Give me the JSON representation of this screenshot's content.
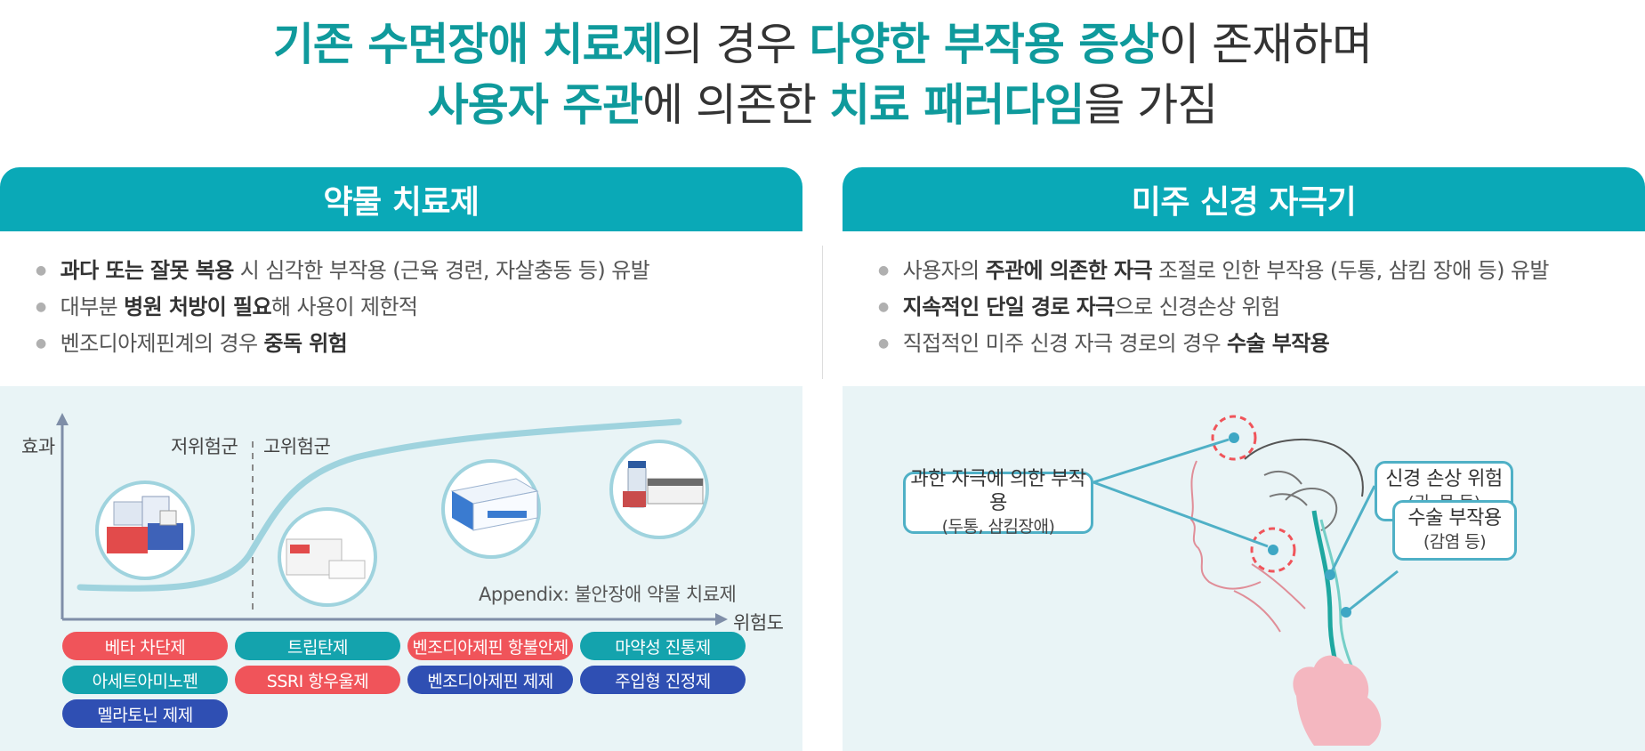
{
  "headline": {
    "line1": [
      {
        "text": "기존 수면장애 치료제",
        "hl": true
      },
      {
        "text": "의 경우 ",
        "hl": false
      },
      {
        "text": "다양한 부작용 증상",
        "hl": true
      },
      {
        "text": "이 존재하며",
        "hl": false
      }
    ],
    "line2": [
      {
        "text": "사용자 주관",
        "hl": true
      },
      {
        "text": "에 의존한 ",
        "hl": false
      },
      {
        "text": "치료 패러다임",
        "hl": true
      },
      {
        "text": "을 가짐",
        "hl": false
      }
    ]
  },
  "left_panel": {
    "title": "약물 치료제",
    "bullets": [
      [
        {
          "t": "과다 또는 잘못 복용",
          "b": true
        },
        {
          "t": " 시 심각한 부작용 (근육 경련, 자살충동 등) 유발",
          "b": false
        }
      ],
      [
        {
          "t": "대부분 ",
          "b": false
        },
        {
          "t": "병원 처방이 필요",
          "b": true
        },
        {
          "t": "해 사용이 제한적",
          "b": false
        }
      ],
      [
        {
          "t": "벤조디아제핀계의 경우 ",
          "b": false
        },
        {
          "t": "중독 위험",
          "b": true
        }
      ]
    ],
    "chart": {
      "y_label": "효과",
      "x_label": "위험도",
      "low_group": "저위험군",
      "high_group": "고위험군",
      "appendix": "Appendix: 불안장애 약물 치료제"
    },
    "tags": [
      {
        "label": "베타 차단제",
        "color": "red"
      },
      {
        "label": "트립탄제",
        "color": "teal"
      },
      {
        "label": "벤조디아제핀 항불안제",
        "color": "red"
      },
      {
        "label": "마약성 진통제",
        "color": "teal"
      },
      {
        "label": "아세트아미노펜",
        "color": "teal"
      },
      {
        "label": "SSRI 항우울제",
        "color": "red"
      },
      {
        "label": "벤조디아제핀 제제",
        "color": "navy"
      },
      {
        "label": "주입형 진정제",
        "color": "navy"
      },
      {
        "label": "멜라토닌 제제",
        "color": "navy"
      }
    ],
    "colors": {
      "red": "#f0545a",
      "teal": "#14a3ad",
      "navy": "#2f4fb3"
    }
  },
  "right_panel": {
    "title": "미주 신경 자극기",
    "bullets": [
      [
        {
          "t": "사용자의 ",
          "b": false
        },
        {
          "t": "주관에 의존한 자극",
          "b": true
        },
        {
          "t": " 조절로 인한 부작용 (두통, 삼킴 장애 등) 유발",
          "b": false
        }
      ],
      [
        {
          "t": "지속적인 단일 경로 자극",
          "b": true
        },
        {
          "t": "으로 신경손상 위험",
          "b": false
        }
      ],
      [
        {
          "t": "직접적인 미주 신경 자극 경로의 경우 ",
          "b": false
        },
        {
          "t": "수술 부작용",
          "b": true
        }
      ]
    ],
    "callouts": {
      "overstim": {
        "title": "과한 자극에 의한 부작용",
        "sub": "(두통, 삼킴장애)"
      },
      "nerve": {
        "title": "신경 손상 위험",
        "sub": "(귀, 목 등)"
      },
      "surgery": {
        "title": "수술 부작용",
        "sub": "(감염 등)"
      }
    }
  }
}
